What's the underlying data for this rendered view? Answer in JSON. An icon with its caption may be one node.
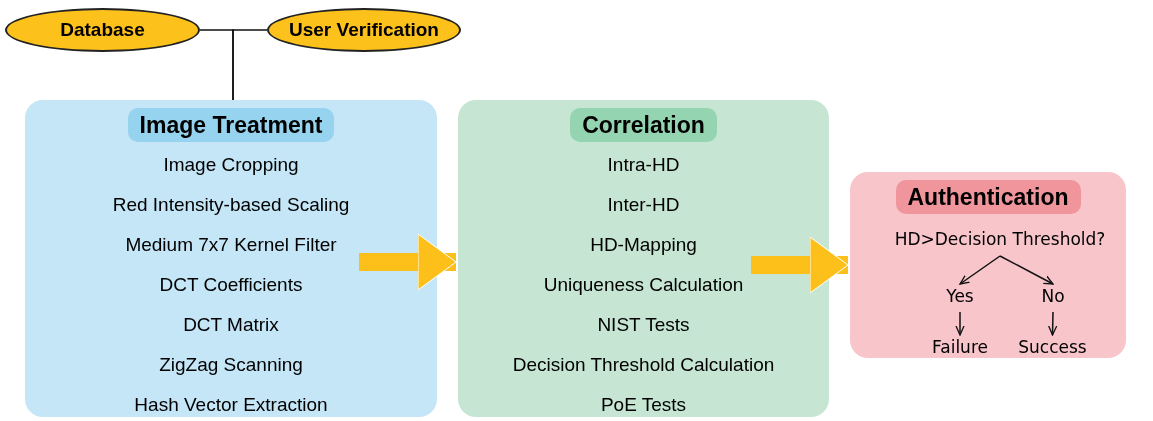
{
  "diagram": {
    "nodes": [
      {
        "text": [
          "Database"
        ]
      },
      {
        "text": [
          "User Verification"
        ]
      },
      {
        "text": [
          "Image Treatment",
          "Image Cropping",
          "Red Intensity-based Scaling",
          "Medium 7x7 Kernel Filter",
          "DCT Coefficients",
          "DCT Matrix",
          "ZigZag Scanning",
          "Hash Vector Extraction"
        ]
      },
      {
        "text": [
          "Correlation",
          "Intra-HD",
          "Inter-HD",
          "HD-Mapping",
          "Uniqueness Calculation",
          "NIST Tests",
          "Decision Threshold Calculation",
          "PoE Tests"
        ]
      },
      {
        "text": [
          "Authentication"
        ]
      },
      {
        "text": [
          "HD>Decision Threshold?"
        ],
        "in": 4
      },
      {
        "text": [
          "Yes"
        ],
        "in": 4
      },
      {
        "text": [
          "No"
        ],
        "in": 4
      },
      {
        "text": [
          "Failure"
        ],
        "in": 4
      },
      {
        "text": [
          "Success"
        ],
        "in": 4
      }
    ],
    "edges": [
      {
        "from": 0,
        "to": 2,
        "arrow": "none"
      },
      {
        "from": 1,
        "to": 2,
        "arrow": "none"
      },
      {
        "from": 2,
        "to": 3,
        "arrow": "to",
        "style": "thick",
        "color": "#fdc01a"
      },
      {
        "from": 3,
        "to": 4,
        "arrow": "to",
        "style": "thick",
        "color": "#fdc01a"
      },
      {
        "from": 5,
        "to": 6,
        "arrow": "to"
      },
      {
        "from": 5,
        "to": 7,
        "arrow": "to"
      },
      {
        "from": 6,
        "to": 8,
        "arrow": "to"
      },
      {
        "from": 7,
        "to": 9,
        "arrow": "to"
      }
    ]
  }
}
